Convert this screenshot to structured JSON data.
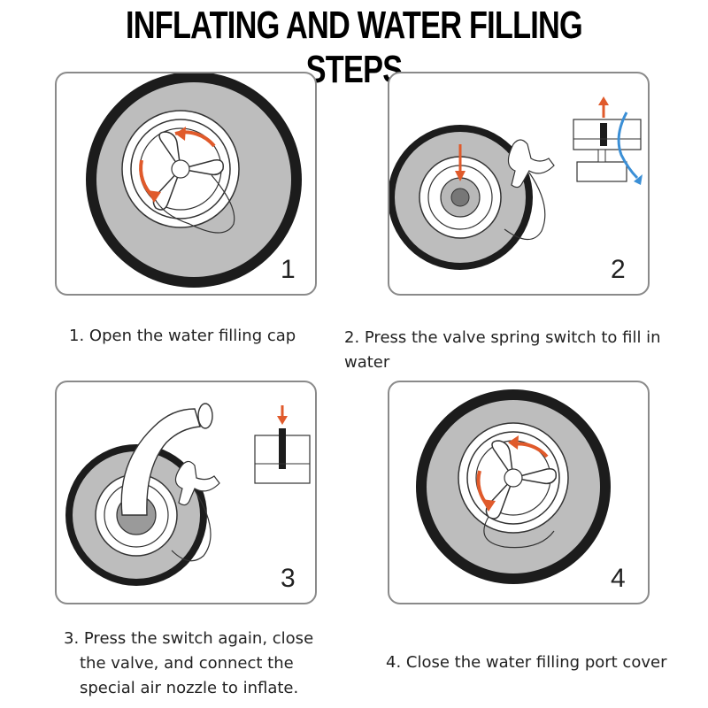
{
  "title": "INFLATING AND WATER FILLING STEPS",
  "steps": [
    {
      "number": "1",
      "caption": "1. Open the water filling cap",
      "icon": "open-cap-illustration"
    },
    {
      "number": "2",
      "caption": "2. Press the valve spring switch to fill in water",
      "icon": "press-valve-illustration"
    },
    {
      "number": "3",
      "caption_lines": [
        "3. Press the switch again, close",
        "the valve, and connect the",
        "special air nozzle to inflate."
      ],
      "icon": "air-nozzle-illustration"
    },
    {
      "number": "4",
      "caption": "4. Close the water filling port cover",
      "icon": "close-cover-illustration"
    }
  ],
  "colors": {
    "arrow_red": "#e05a2b",
    "arrow_blue": "#3b8fd6",
    "tire": "#1c1c1c",
    "hub": "#bdbdbd"
  }
}
